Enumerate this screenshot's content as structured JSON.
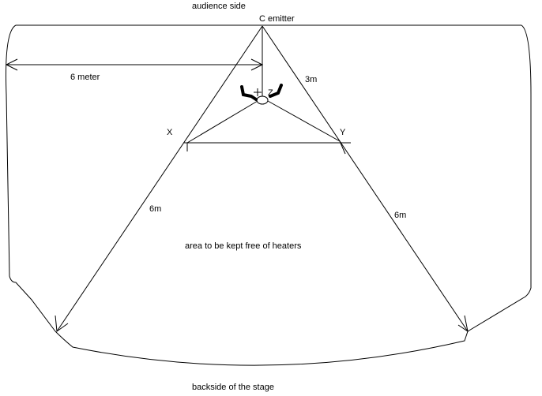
{
  "labels": {
    "audience_side": "audience side",
    "emitter": "C emitter",
    "six_meter": "6 meter",
    "three_m": "3m",
    "z": "Z",
    "x": "X",
    "y": "Y",
    "left_6m": "6m",
    "right_6m": "6m",
    "free_area": "area to be kept free of heaters",
    "backside": "backside of the stage"
  }
}
